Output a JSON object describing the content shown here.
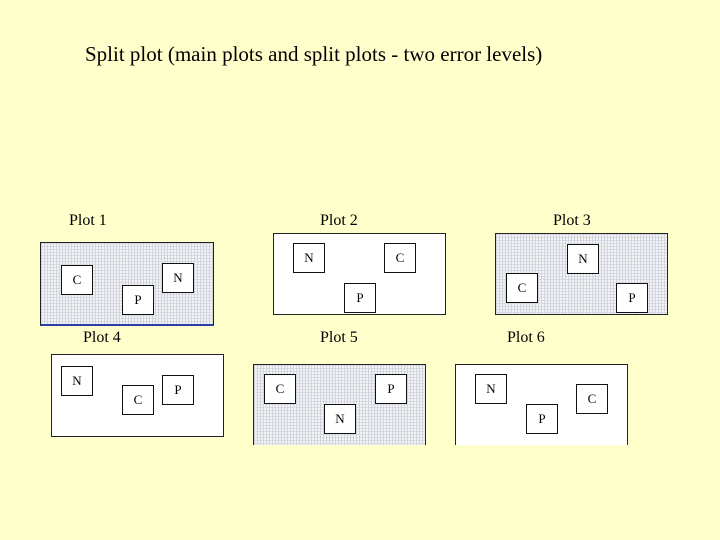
{
  "title": "Split plot (main plots and split plots - two error levels)",
  "plots": [
    {
      "label": "Plot 1",
      "cells": [
        "C",
        "N",
        "P"
      ]
    },
    {
      "label": "Plot 2",
      "cells": [
        "N",
        "C",
        "P"
      ]
    },
    {
      "label": "Plot 3",
      "cells": [
        "N",
        "C",
        "P"
      ]
    },
    {
      "label": "Plot 4",
      "cells": [
        "N",
        "C",
        "P"
      ]
    },
    {
      "label": "Plot 5",
      "cells": [
        "C",
        "P",
        "N"
      ]
    },
    {
      "label": "Plot 6",
      "cells": [
        "N",
        "C",
        "P"
      ]
    }
  ]
}
